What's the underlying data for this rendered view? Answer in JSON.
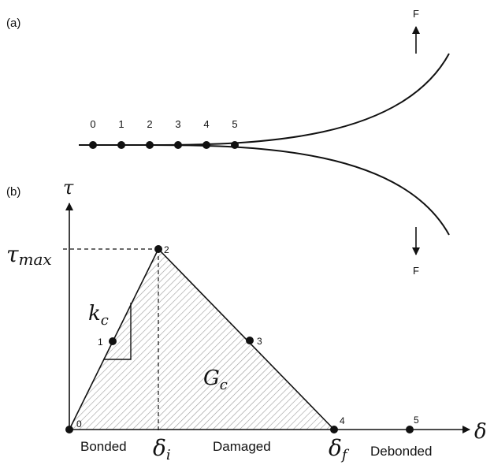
{
  "panel_a": {
    "label": "(a)",
    "points": [
      "0",
      "1",
      "2",
      "3",
      "4",
      "5"
    ],
    "force_top": "F",
    "force_bottom": "F"
  },
  "panel_b": {
    "label": "(b)",
    "y_axis": "τ",
    "x_axis": "δ",
    "tau_max": "τ",
    "tau_max_sub": "max",
    "stiffness": "k",
    "stiffness_sub": "c",
    "energy": "G",
    "energy_sub": "c",
    "delta_i": "δ",
    "delta_i_sub": "i",
    "delta_f": "δ",
    "delta_f_sub": "f",
    "points": [
      "0",
      "1",
      "2",
      "3",
      "4",
      "5"
    ],
    "regions": [
      "Bonded",
      "Damaged",
      "Debonded"
    ]
  }
}
